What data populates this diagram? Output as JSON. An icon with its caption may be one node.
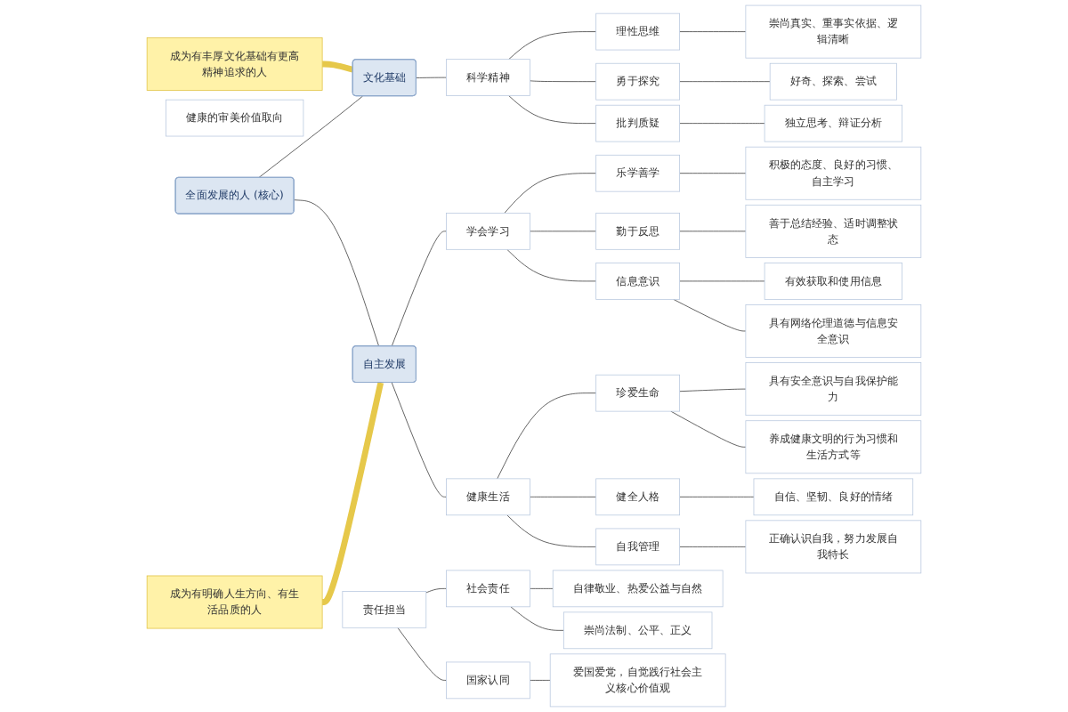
{
  "diagram": {
    "nodes": [
      {
        "text": [
          "全面发展的人 (核心)"
        ]
      },
      {
        "text": [
          "文化基础"
        ]
      },
      {
        "text": [
          "健康的审美价值取向"
        ]
      },
      {
        "text": [
          "科学精神"
        ]
      },
      {
        "text": [
          "理性思维"
        ]
      },
      {
        "text": [
          "崇尚真实、重事实依据、逻辑清晰"
        ]
      },
      {
        "text": [
          "勇于探究"
        ]
      },
      {
        "text": [
          "好奇、探索、尝试"
        ]
      },
      {
        "text": [
          "批判质疑"
        ]
      },
      {
        "text": [
          "独立思考、辩证分析"
        ]
      },
      {
        "text": [
          "成为有丰厚文化基础有更高精神追求的人"
        ]
      },
      {
        "text": [
          "自主发展"
        ]
      },
      {
        "text": [
          "学会学习"
        ]
      },
      {
        "text": [
          "乐学善学"
        ]
      },
      {
        "text": [
          "积极的态度、良好的习惯、自主学习"
        ]
      },
      {
        "text": [
          "勤于反思"
        ]
      },
      {
        "text": [
          "善于总结经验、适时调整状态"
        ]
      },
      {
        "text": [
          "信息意识"
        ]
      },
      {
        "text": [
          "有效获取和使用信息"
        ]
      },
      {
        "text": [
          "具有网络伦理道德与信息安全意识"
        ]
      },
      {
        "text": [
          "健康生活"
        ]
      },
      {
        "text": [
          "珍爱生命"
        ]
      },
      {
        "text": [
          "具有安全意识与自我保护能力"
        ]
      },
      {
        "text": [
          "养成健康文明的行为习惯和生活方式等"
        ]
      },
      {
        "text": [
          "健全人格"
        ]
      },
      {
        "text": [
          "自信、坚韧、良好的情绪"
        ]
      },
      {
        "text": [
          "自我管理"
        ]
      },
      {
        "text": [
          "正确认识自我，努力发展自我特长"
        ]
      },
      {
        "text": [
          "成为有明确人生方向、有生活品质的人"
        ]
      },
      {
        "text": [
          "责任担当"
        ]
      },
      {
        "text": [
          "社会责任"
        ]
      },
      {
        "text": [
          "自律敬业、热爱公益与自然"
        ]
      },
      {
        "text": [
          "崇尚法制、公平、正义"
        ]
      },
      {
        "text": [
          "国家认同"
        ]
      },
      {
        "text": [
          "爱国爱党，自觉践行社会主义核心价值观"
        ]
      }
    ],
    "edges": [
      {
        "from": 0,
        "to": 1,
        "arrow": "none"
      },
      {
        "from": 1,
        "to": 3,
        "arrow": "none"
      },
      {
        "from": 3,
        "to": 4,
        "arrow": "none"
      },
      {
        "from": 4,
        "to": 5,
        "arrow": "none"
      },
      {
        "from": 3,
        "to": 6,
        "arrow": "none"
      },
      {
        "from": 6,
        "to": 7,
        "arrow": "none"
      },
      {
        "from": 3,
        "to": 8,
        "arrow": "none"
      },
      {
        "from": 8,
        "to": 9,
        "arrow": "none"
      },
      {
        "from": 1,
        "to": 10,
        "arrow": "none",
        "style": "thick",
        "color": "#e6c84a"
      },
      {
        "from": 0,
        "to": 11,
        "arrow": "none"
      },
      {
        "from": 11,
        "to": 12,
        "arrow": "none"
      },
      {
        "from": 12,
        "to": 13,
        "arrow": "none"
      },
      {
        "from": 13,
        "to": 14,
        "arrow": "none"
      },
      {
        "from": 12,
        "to": 15,
        "arrow": "none"
      },
      {
        "from": 15,
        "to": 16,
        "arrow": "none"
      },
      {
        "from": 12,
        "to": 17,
        "arrow": "none"
      },
      {
        "from": 17,
        "to": 18,
        "arrow": "none"
      },
      {
        "from": 17,
        "to": 19,
        "arrow": "none"
      },
      {
        "from": 11,
        "to": 20,
        "arrow": "none"
      },
      {
        "from": 20,
        "to": 21,
        "arrow": "none"
      },
      {
        "from": 21,
        "to": 22,
        "arrow": "none"
      },
      {
        "from": 21,
        "to": 23,
        "arrow": "none"
      },
      {
        "from": 20,
        "to": 24,
        "arrow": "none"
      },
      {
        "from": 24,
        "to": 25,
        "arrow": "none"
      },
      {
        "from": 20,
        "to": 26,
        "arrow": "none"
      },
      {
        "from": 26,
        "to": 27,
        "arrow": "none"
      },
      {
        "from": 11,
        "to": 28,
        "arrow": "none",
        "style": "thick",
        "color": "#e6c84a"
      },
      {
        "from": 29,
        "to": 30,
        "arrow": "none"
      },
      {
        "from": 30,
        "to": 31,
        "arrow": "none"
      },
      {
        "from": 30,
        "to": 32,
        "arrow": "none"
      },
      {
        "from": 29,
        "to": 33,
        "arrow": "none"
      },
      {
        "from": 33,
        "to": 34,
        "arrow": "none"
      }
    ]
  }
}
